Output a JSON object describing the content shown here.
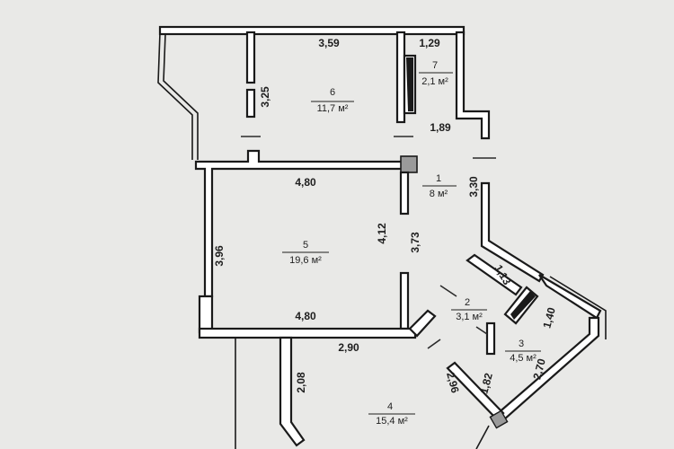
{
  "plan": {
    "rooms": [
      {
        "id": "r1",
        "number": "1",
        "area": "8 м²"
      },
      {
        "id": "r2",
        "number": "2",
        "area": "3,1 м²"
      },
      {
        "id": "r3",
        "number": "3",
        "area": "4,5 м²"
      },
      {
        "id": "r4",
        "number": "4",
        "area": "15,4 м²"
      },
      {
        "id": "r5",
        "number": "5",
        "area": "19,6 м²"
      },
      {
        "id": "r6",
        "number": "6",
        "area": "11,7 м²"
      },
      {
        "id": "r7",
        "number": "7",
        "area": "2,1 м²"
      }
    ],
    "dimensions": {
      "d_3_59": "3,59",
      "d_1_29": "1,29",
      "d_3_25": "3,25",
      "d_1_89": "1,89",
      "d_4_80_top": "4,80",
      "d_3_30": "3,30",
      "d_3_96": "3,96",
      "d_4_12": "4,12",
      "d_3_73": "3,73",
      "d_4_80_bottom": "4,80",
      "d_1_13": "1,13",
      "d_1_40": "1,40",
      "d_2_90": "2,90",
      "d_2_08": "2,08",
      "d_2_96": "2,96",
      "d_1_82": "1,82",
      "d_2_70": "2,70"
    }
  }
}
